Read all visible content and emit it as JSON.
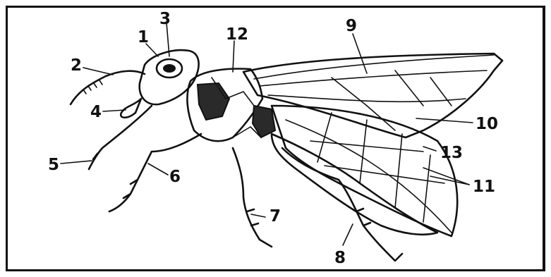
{
  "diagram": {
    "labels": [
      "1",
      "2",
      "3",
      "4",
      "5",
      "6",
      "7",
      "8",
      "9",
      "10",
      "11",
      "12",
      "13"
    ]
  },
  "colors": {
    "ink": "#111111",
    "paper": "#ffffff"
  }
}
